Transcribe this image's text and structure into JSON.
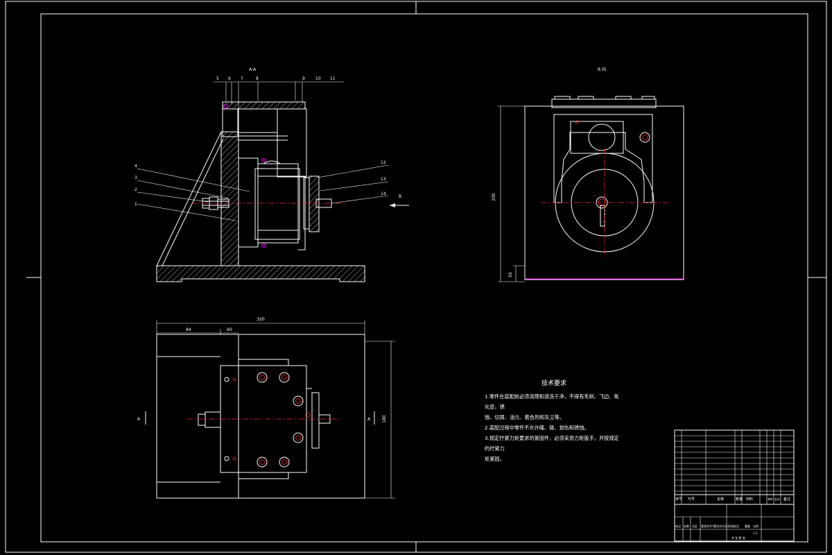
{
  "views": {
    "section_label": "A-A",
    "side_view_label": "B 向",
    "arrow_label": "B",
    "top_view_label": "A"
  },
  "part_numbers": {
    "top": [
      "5",
      "6",
      "7",
      "8",
      "9",
      "10",
      "11"
    ],
    "left": [
      "4",
      "3",
      "2",
      "1"
    ],
    "right": [
      "12",
      "13",
      "14"
    ]
  },
  "dimensions": {
    "top_overall": "320",
    "top_left": "84",
    "top_mid": "60",
    "right_height": "180",
    "side_height": "200",
    "side_base": "50"
  },
  "tech_requirements": {
    "title": "技术要求",
    "lines": [
      "1.零件在装配前必须清理和清洗干净，不得有毛刺、飞边、氧化皮、锈",
      "蚀、切屑、油污、着色剂和灰尘等。",
      "2.装配过程中零件不允许磕、碰、划伤和锈蚀。",
      "3.规定拧紧力矩要求的紧固件，必须采用力矩扳手，并按规定的拧紧力",
      "矩紧固。"
    ]
  },
  "title_block": {
    "headers": [
      "序号",
      "代号",
      "名称",
      "数量",
      "材料",
      "单件",
      "总计",
      "备注"
    ],
    "footer": [
      "标记",
      "处数",
      "分区",
      "更改文件号",
      "签名",
      "年月日"
    ],
    "stage": "阶段标记",
    "weight": "重量",
    "scale": "比例",
    "sheet": "共 张 第 张",
    "scale_value": "1:1"
  }
}
